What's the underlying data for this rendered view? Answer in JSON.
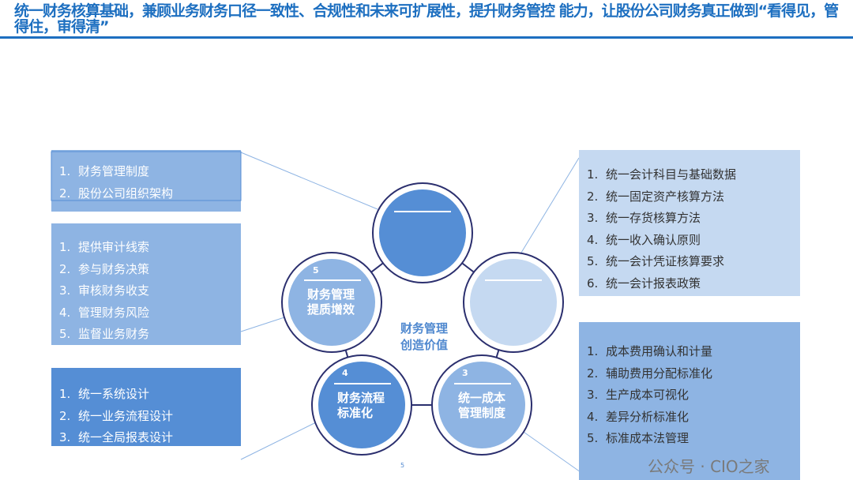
{
  "title": "统一财务核算基础，兼顾业务财务口径一致性、合规性和未来可扩展性，提升财务管控 能力，让股份公司财务真正做到“看得见，管得住，审得清”",
  "center_label": "财务管理创造价值",
  "center_line1": "财务管理",
  "center_line2": "创造价值",
  "circles": [
    {
      "id": "top",
      "number": "",
      "line1": "",
      "line2": ""
    },
    {
      "id": "right",
      "number": "",
      "line1": "",
      "line2": ""
    },
    {
      "id": "bottom-right",
      "number": "3",
      "line1": "统一成本",
      "line2": "管理制度"
    },
    {
      "id": "bottom-left",
      "number": "4",
      "line1": "财务流程",
      "line2": "标准化"
    },
    {
      "id": "left",
      "number": "5",
      "line1": "财务管理",
      "line2": "提质增效"
    }
  ],
  "boxes": {
    "left1": [
      "财务管理制度",
      "股份公司组织架构"
    ],
    "left2": [
      "提供审计线索",
      "参与财务决策",
      "审核财务收支",
      "管理财务风险",
      "监督业务财务"
    ],
    "left3": [
      "统一系统设计",
      "统一业务流程设计",
      "统一全局报表设计"
    ],
    "right1": [
      "统一会计科目与基础数据",
      "统一固定资产核算方法",
      "统一存货核算方法",
      "统一收入确认原则",
      "统一会计凭证核算要求",
      "统一会计报表政策"
    ],
    "right2": [
      "成本费用确认和计量",
      "辅助费用分配标准化",
      "生产成本可视化",
      "差异分析标准化",
      "标准成本法管理"
    ]
  },
  "page_number": "5",
  "watermark": "公众号 · CIO之家",
  "colors": {
    "accent": "#1d6fc0",
    "mid": "#558ed5",
    "light": "#8eb4e3",
    "pale": "#c5d9f1",
    "outline": "#2b2f6e"
  }
}
